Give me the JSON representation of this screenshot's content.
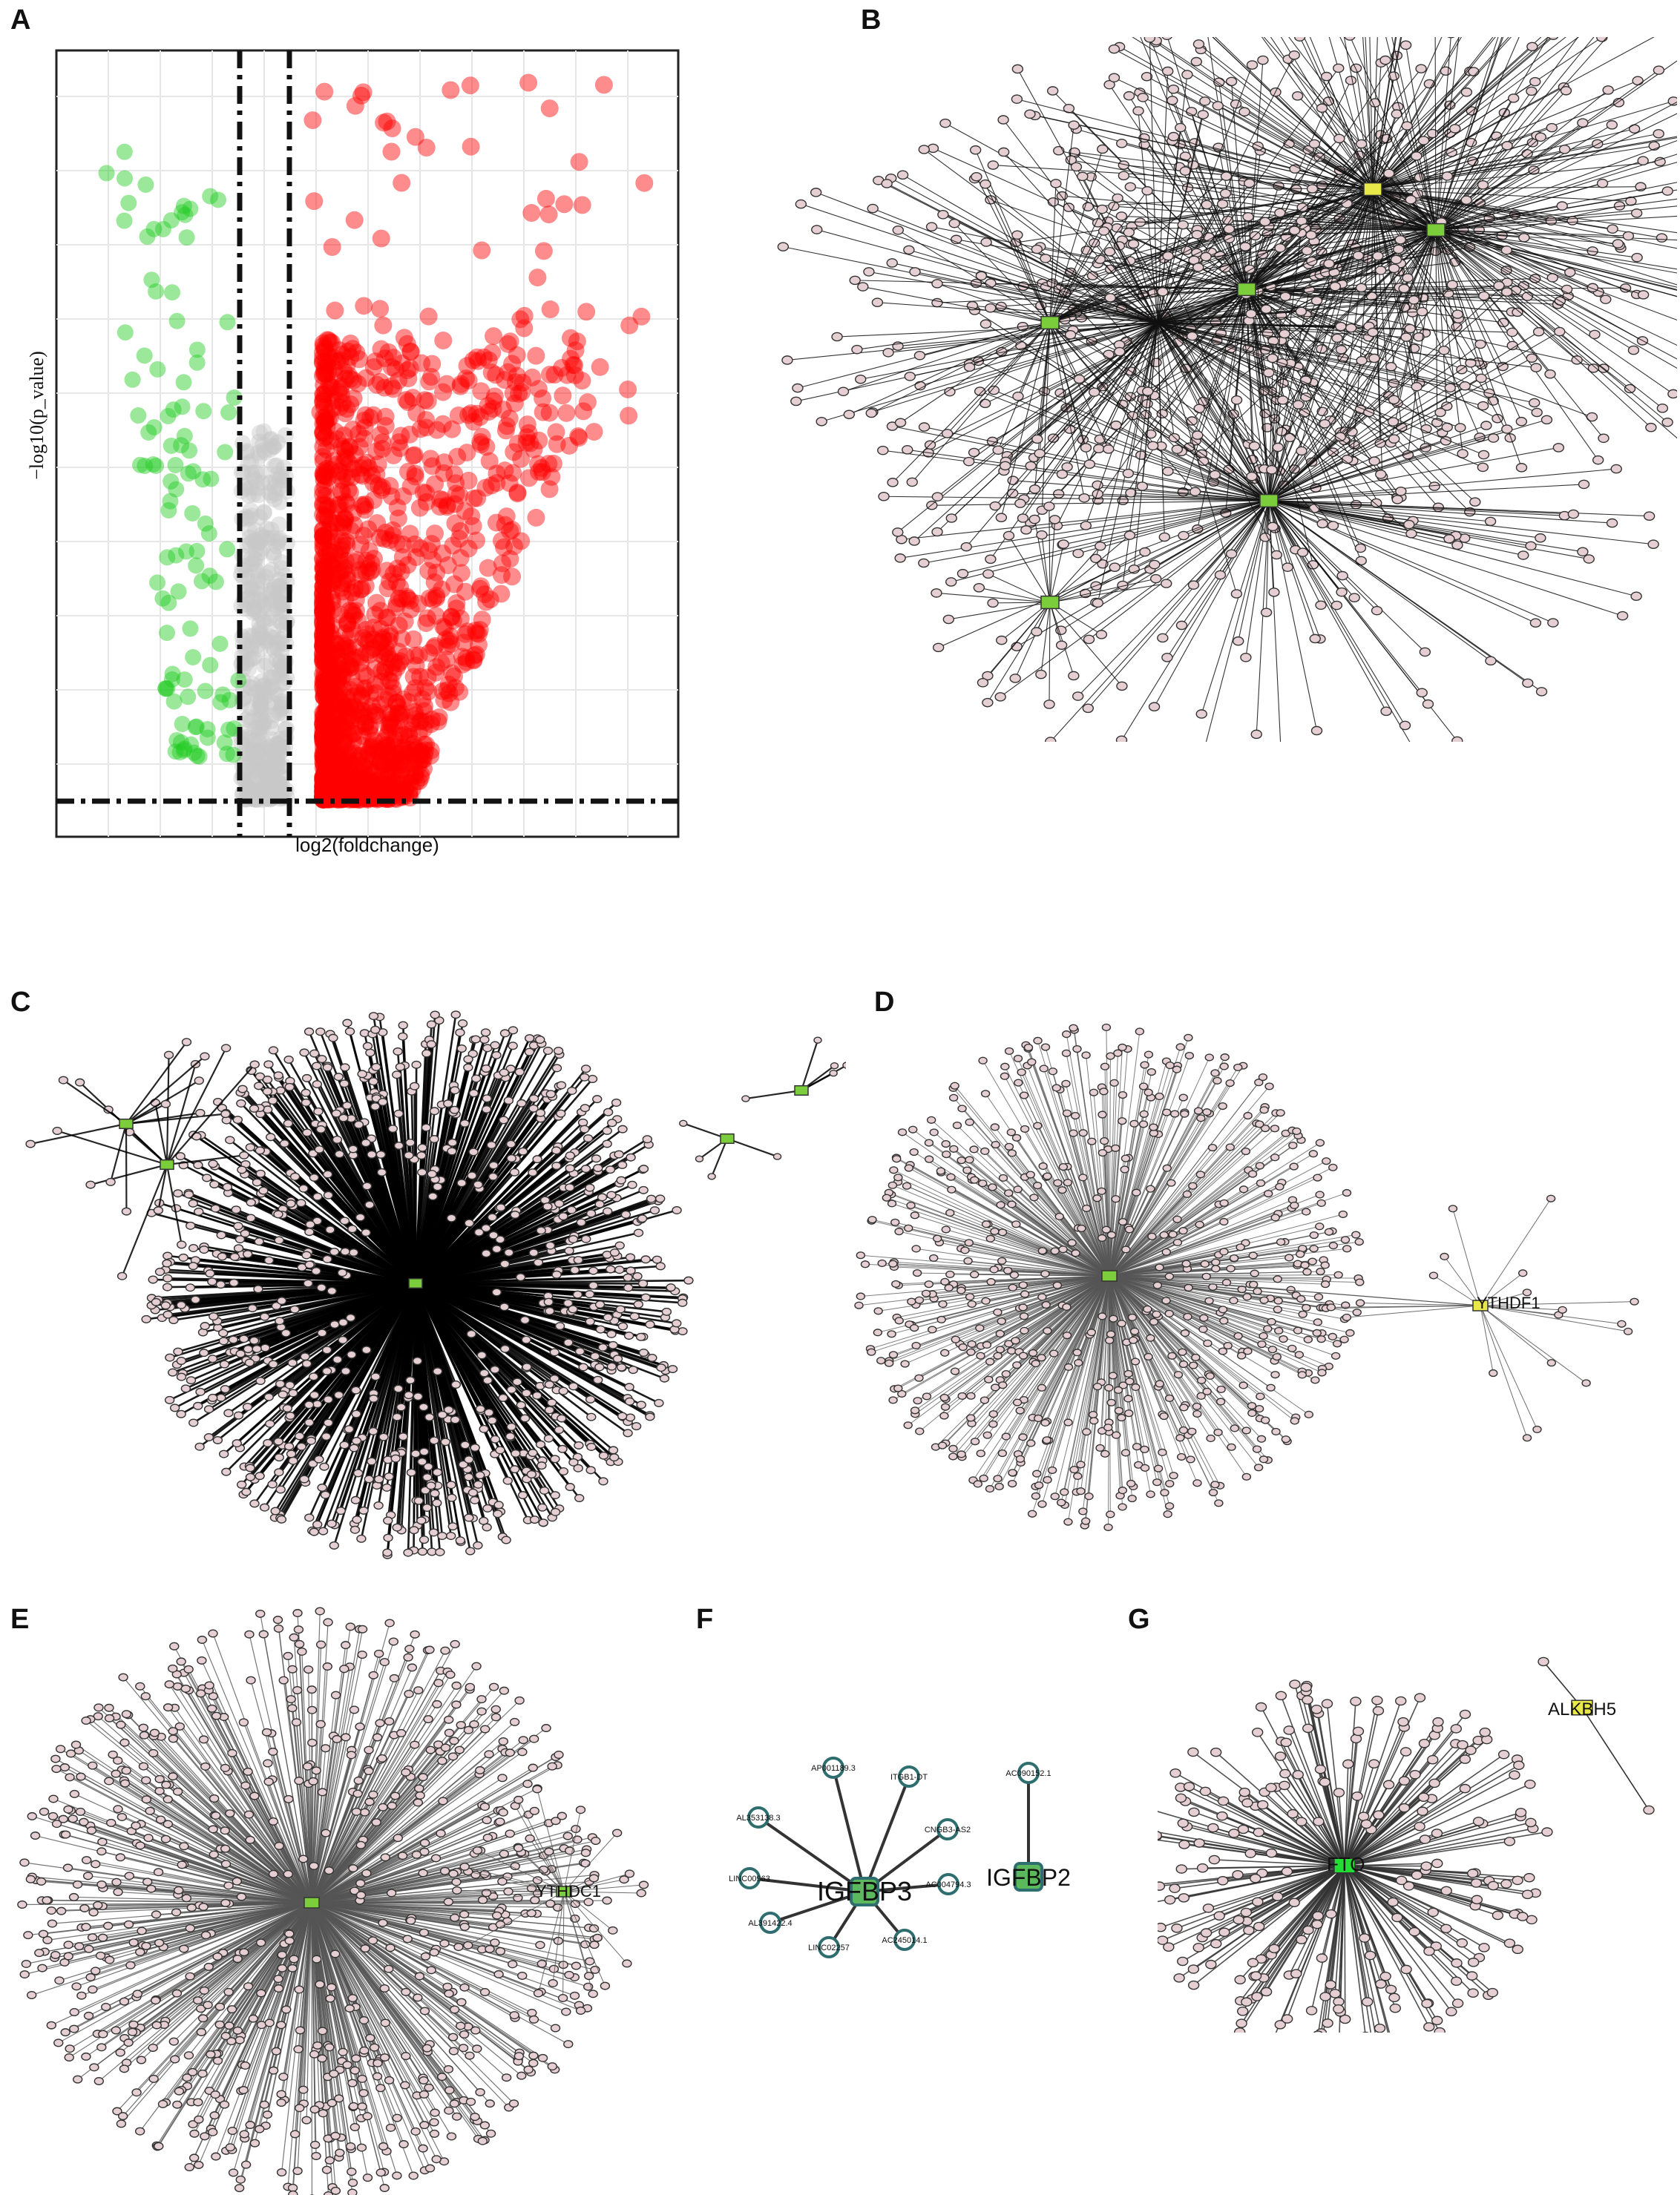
{
  "panels": {
    "A": {
      "label": "A"
    },
    "B": {
      "label": "B"
    },
    "C": {
      "label": "C"
    },
    "D": {
      "label": "D"
    },
    "E": {
      "label": "E"
    },
    "F": {
      "label": "F"
    },
    "G": {
      "label": "G"
    }
  },
  "colors": {
    "up": "#ff0000",
    "down": "#22cc22",
    "ns": "#c8c8c8",
    "node_fill": "#e6cfd2",
    "node_stroke": "#333333",
    "hub_green": "#7ccd3c",
    "hub_yellow": "#e8e84a",
    "edge_dark": "#111111",
    "edge_gray": "#555555",
    "f_node_stroke": "#2e6e6e",
    "f_hub": "#5cb85c"
  },
  "chart_data": {
    "type": "scatter",
    "title": "",
    "xlabel": "log2(foldchange)",
    "ylabel": "−log10(p_value)",
    "grid": true,
    "series": []
  },
  "networks": {
    "D": {
      "hub_labels": [
        "YTHDF1"
      ]
    },
    "E": {
      "hub_labels": [
        "YTHDC1"
      ]
    },
    "F": {
      "hubs": [
        "IGFBP3",
        "IGFBP2"
      ],
      "igfbp3_partners": [
        "AP001189.3",
        "ITGB1-DT",
        "CNGB3-AS2",
        "AC004794.3",
        "AC245014.1",
        "LINC02257",
        "AL391422.4",
        "LINC00963",
        "AL353138.3"
      ],
      "igfbp2_partners": [
        "AC090152.1"
      ]
    },
    "G": {
      "hub_labels": [
        "FTO",
        "ALKBH5"
      ]
    }
  }
}
